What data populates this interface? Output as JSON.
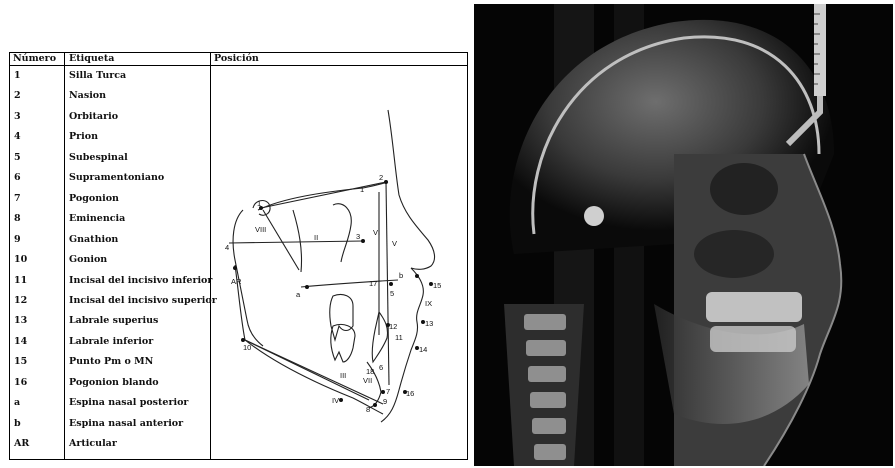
{
  "table": {
    "headers": {
      "number": "Número",
      "label": "Etiqueta",
      "position": "Posición"
    },
    "rows": [
      {
        "num": "1",
        "label": "Silla Turca"
      },
      {
        "num": "2",
        "label": "Nasion"
      },
      {
        "num": "3",
        "label": "Orbitario"
      },
      {
        "num": "4",
        "label": "Prion"
      },
      {
        "num": "5",
        "label": "Subespinal"
      },
      {
        "num": "6",
        "label": "Supramentoniano"
      },
      {
        "num": "7",
        "label": "Pogonion"
      },
      {
        "num": "8",
        "label": "Eminencia"
      },
      {
        "num": "9",
        "label": "Gnathion"
      },
      {
        "num": "10",
        "label": "Gonion"
      },
      {
        "num": "11",
        "label": "Incisal del incisivo inferior"
      },
      {
        "num": "12",
        "label": "Incisal del incisivo superior"
      },
      {
        "num": "13",
        "label": "Labrale superius"
      },
      {
        "num": "14",
        "label": "Labrale inferior"
      },
      {
        "num": "15",
        "label": "Punto Pm o MN"
      },
      {
        "num": "16",
        "label": "Pogonion blando"
      },
      {
        "num": "a",
        "label": "Espina nasal posterior"
      },
      {
        "num": "b",
        "label": "Espina nasal anterior"
      },
      {
        "num": "AR",
        "label": "Articular"
      }
    ]
  },
  "diagram": {
    "point_labels": {
      "p1": "1",
      "p2": "2",
      "p3": "3",
      "p4": "4",
      "p5": "5",
      "p6": "6",
      "p7": "7",
      "p8": "8",
      "p9": "9",
      "p10": "10",
      "p11": "11",
      "p12": "12",
      "p13": "13",
      "p14": "14",
      "p15": "15",
      "p16": "16",
      "p17": "17",
      "p18": "18",
      "pa": "a",
      "pb": "b",
      "par": "AR"
    },
    "roman_labels": {
      "r2": "II",
      "r3": "III",
      "r4": "IV",
      "r5": "V",
      "r6": "VI",
      "r7": "VII",
      "r8": "VIII",
      "r9": "IX"
    }
  }
}
